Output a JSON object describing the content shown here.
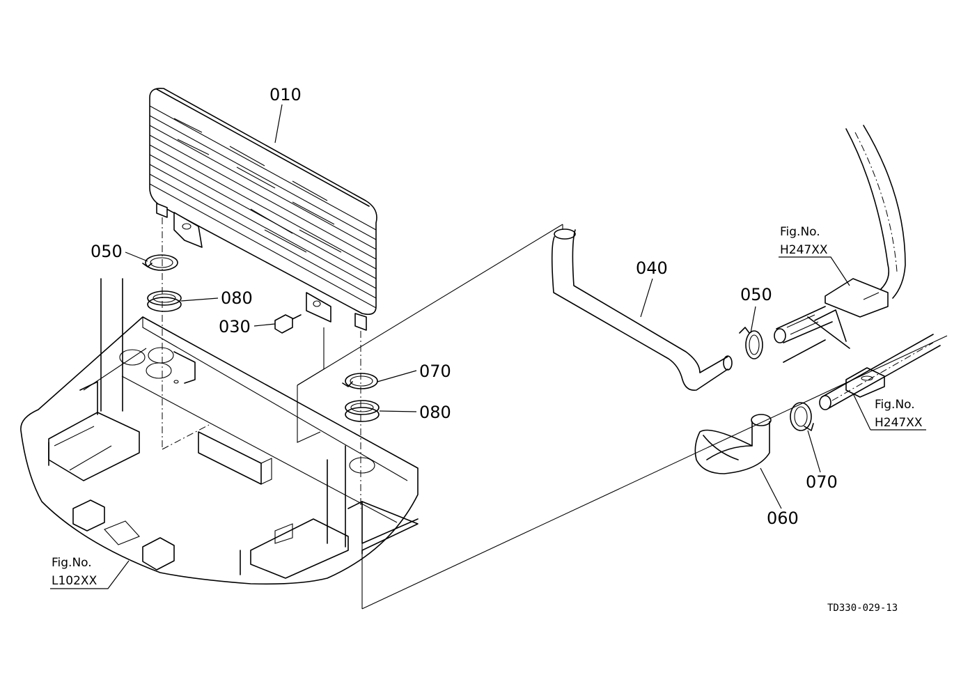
{
  "labels": {
    "p010": "010",
    "p050a": "050",
    "p080a": "080",
    "p030": "030",
    "p070a": "070",
    "p080b": "080",
    "p040": "040",
    "p050b": "050",
    "p070b": "070",
    "p060": "060"
  },
  "refs": {
    "fig_top_line1": "Fig.No.",
    "fig_top_line2": "H247XX",
    "fig_mid_line1": "Fig.No.",
    "fig_mid_line2": "H247XX",
    "fig_left_line1": "Fig.No.",
    "fig_left_line2": "L102XX"
  },
  "drawing_code": "TD330-029-13"
}
